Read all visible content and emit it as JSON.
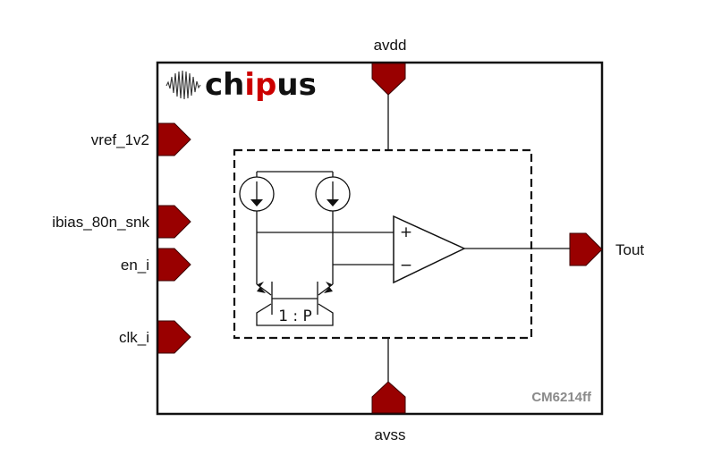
{
  "block": {
    "logo": {
      "prefix": "ch",
      "highlight": "ip",
      "suffix": "us",
      "highlight_color": "#cc0000",
      "text_color": "#111111"
    },
    "part_number": "CM6214ff"
  },
  "pins": {
    "top": {
      "label": "avdd"
    },
    "bottom": {
      "label": "avss"
    },
    "left": [
      {
        "label": "vref_1v2"
      },
      {
        "label": "ibias_80n_snk"
      },
      {
        "label": "en_i"
      },
      {
        "label": "clk_i"
      }
    ],
    "right": [
      {
        "label": "Tout"
      }
    ],
    "color": "#990000"
  },
  "schematic": {
    "mirror_ratio": "1 : P",
    "opamp_plus": "+",
    "opamp_minus": "−"
  }
}
